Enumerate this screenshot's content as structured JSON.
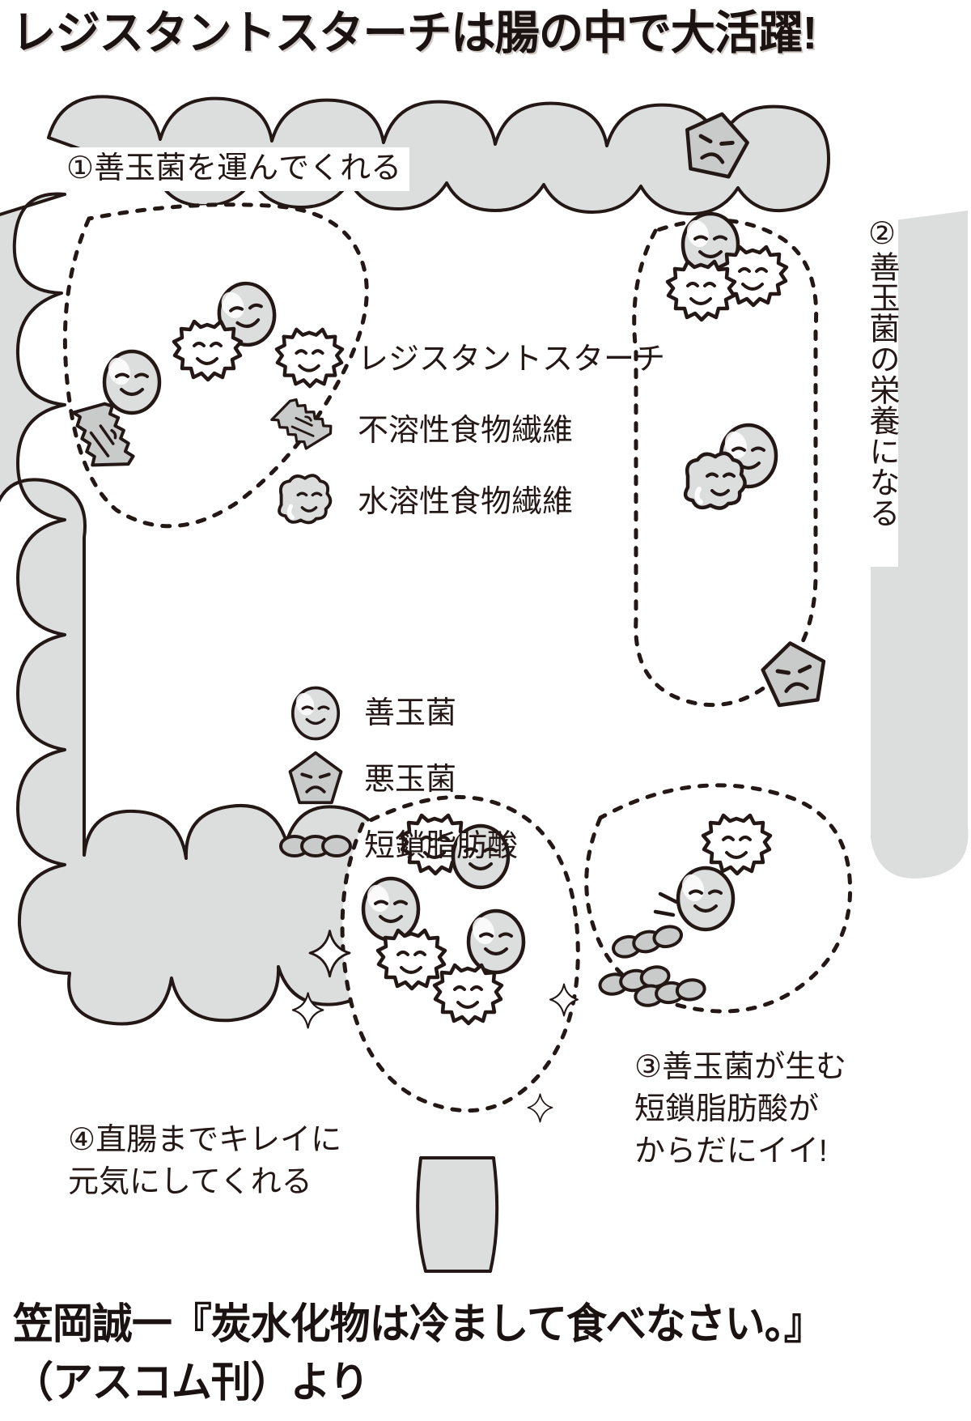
{
  "title": "レジスタントスターチは腸の中で大活躍!",
  "callouts": [
    {
      "id": "1",
      "text": "①善玉菌を運んでくれる",
      "orientation": "horizontal"
    },
    {
      "id": "2",
      "text": "②善玉菌の栄養になる",
      "orientation": "vertical"
    },
    {
      "id": "3",
      "line1": "③善玉菌が生む",
      "line2": "短鎖脂肪酸が",
      "line3": "からだにイイ!",
      "orientation": "horizontal"
    },
    {
      "id": "4",
      "line1": "④直腸までキレイに",
      "line2": "元気にしてくれる",
      "orientation": "horizontal"
    }
  ],
  "legend_group_1": [
    {
      "icon": "resistant-starch-icon",
      "label": "レジスタントスターチ"
    },
    {
      "icon": "insoluble-fiber-icon",
      "label": "不溶性食物繊維"
    },
    {
      "icon": "soluble-fiber-icon",
      "label": "水溶性食物繊維"
    }
  ],
  "legend_group_2": [
    {
      "icon": "good-bacteria-icon",
      "label": "善玉菌"
    },
    {
      "icon": "bad-bacteria-icon",
      "label": "悪玉菌"
    },
    {
      "icon": "short-chain-fatty-acid-icon",
      "label": "短鎖脂肪酸"
    }
  ],
  "caption": {
    "line1": "笠岡誠一『炭水化物は冷まして食べなさい。』",
    "line2": "（アスコム刊）より"
  },
  "colors": {
    "ink": "#231815",
    "organ_fill": "#dcdddd",
    "figure_fill": "#c9caca",
    "white": "#ffffff"
  }
}
